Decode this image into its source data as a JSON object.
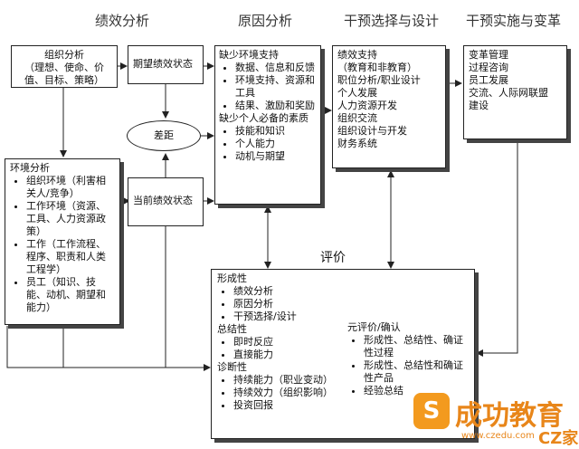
{
  "headers": {
    "performance_analysis": "绩效分析",
    "cause_analysis": "原因分析",
    "intervention_design": "干预选择与设计",
    "intervention_impl": "干预实施与变革"
  },
  "org_analysis": {
    "title": "组织分析",
    "sub": "（理想、使命、价值、目标、策略）"
  },
  "desired_state": "期望绩效状态",
  "gap": "差距",
  "current_state": "当前绩效状态",
  "env_analysis": {
    "title": "环境分析",
    "items": [
      "组织环境（利害相关人/竞争）",
      "工作环境（资源、工具、人力资源政策）",
      "工作（工作流程、程序、职责和人类工程学）",
      "员工（知识、技能、动机、期望和能力）"
    ]
  },
  "cause": {
    "title1": "缺少环境支持",
    "items1": [
      "数据、信息和反馈",
      "环境支持、资源和工具",
      "结果、激励和奖励"
    ],
    "title2": "缺少个人必备的素质",
    "items2": [
      "技能和知识",
      "个人能力",
      "动机与期望"
    ]
  },
  "intervention": {
    "lines": [
      "绩效支持",
      "（教育和非教育）",
      "职位分析/职业设计",
      "个人发展",
      "人力资源开发",
      "组织交流",
      "组织设计与开发",
      "财务系统"
    ]
  },
  "change": {
    "lines": [
      "变革管理",
      "过程咨询",
      "员工发展",
      "交流、人际网联盟",
      "建设"
    ]
  },
  "evaluation_label": "评价",
  "evaluation": {
    "formative": "形成性",
    "formative_items": [
      "绩效分析",
      "原因分析",
      "干预选择/设计"
    ],
    "summative": "总结性",
    "summative_items": [
      "即时反应",
      "直接能力"
    ],
    "diagnostic": "诊断性",
    "diagnostic_items": [
      "持续能力（职业变动）",
      "持续效力（组织影响）",
      "投资回报"
    ],
    "meta_title": "元评价/确认",
    "meta_items": [
      "形成性、总结性、确证性过程",
      "形成性、总结性和确证性产品",
      "经验总结"
    ]
  },
  "watermark": {
    "name": "成功教育",
    "mark": "S",
    "site": "www.czedu.com",
    "cz": "CZ家"
  }
}
